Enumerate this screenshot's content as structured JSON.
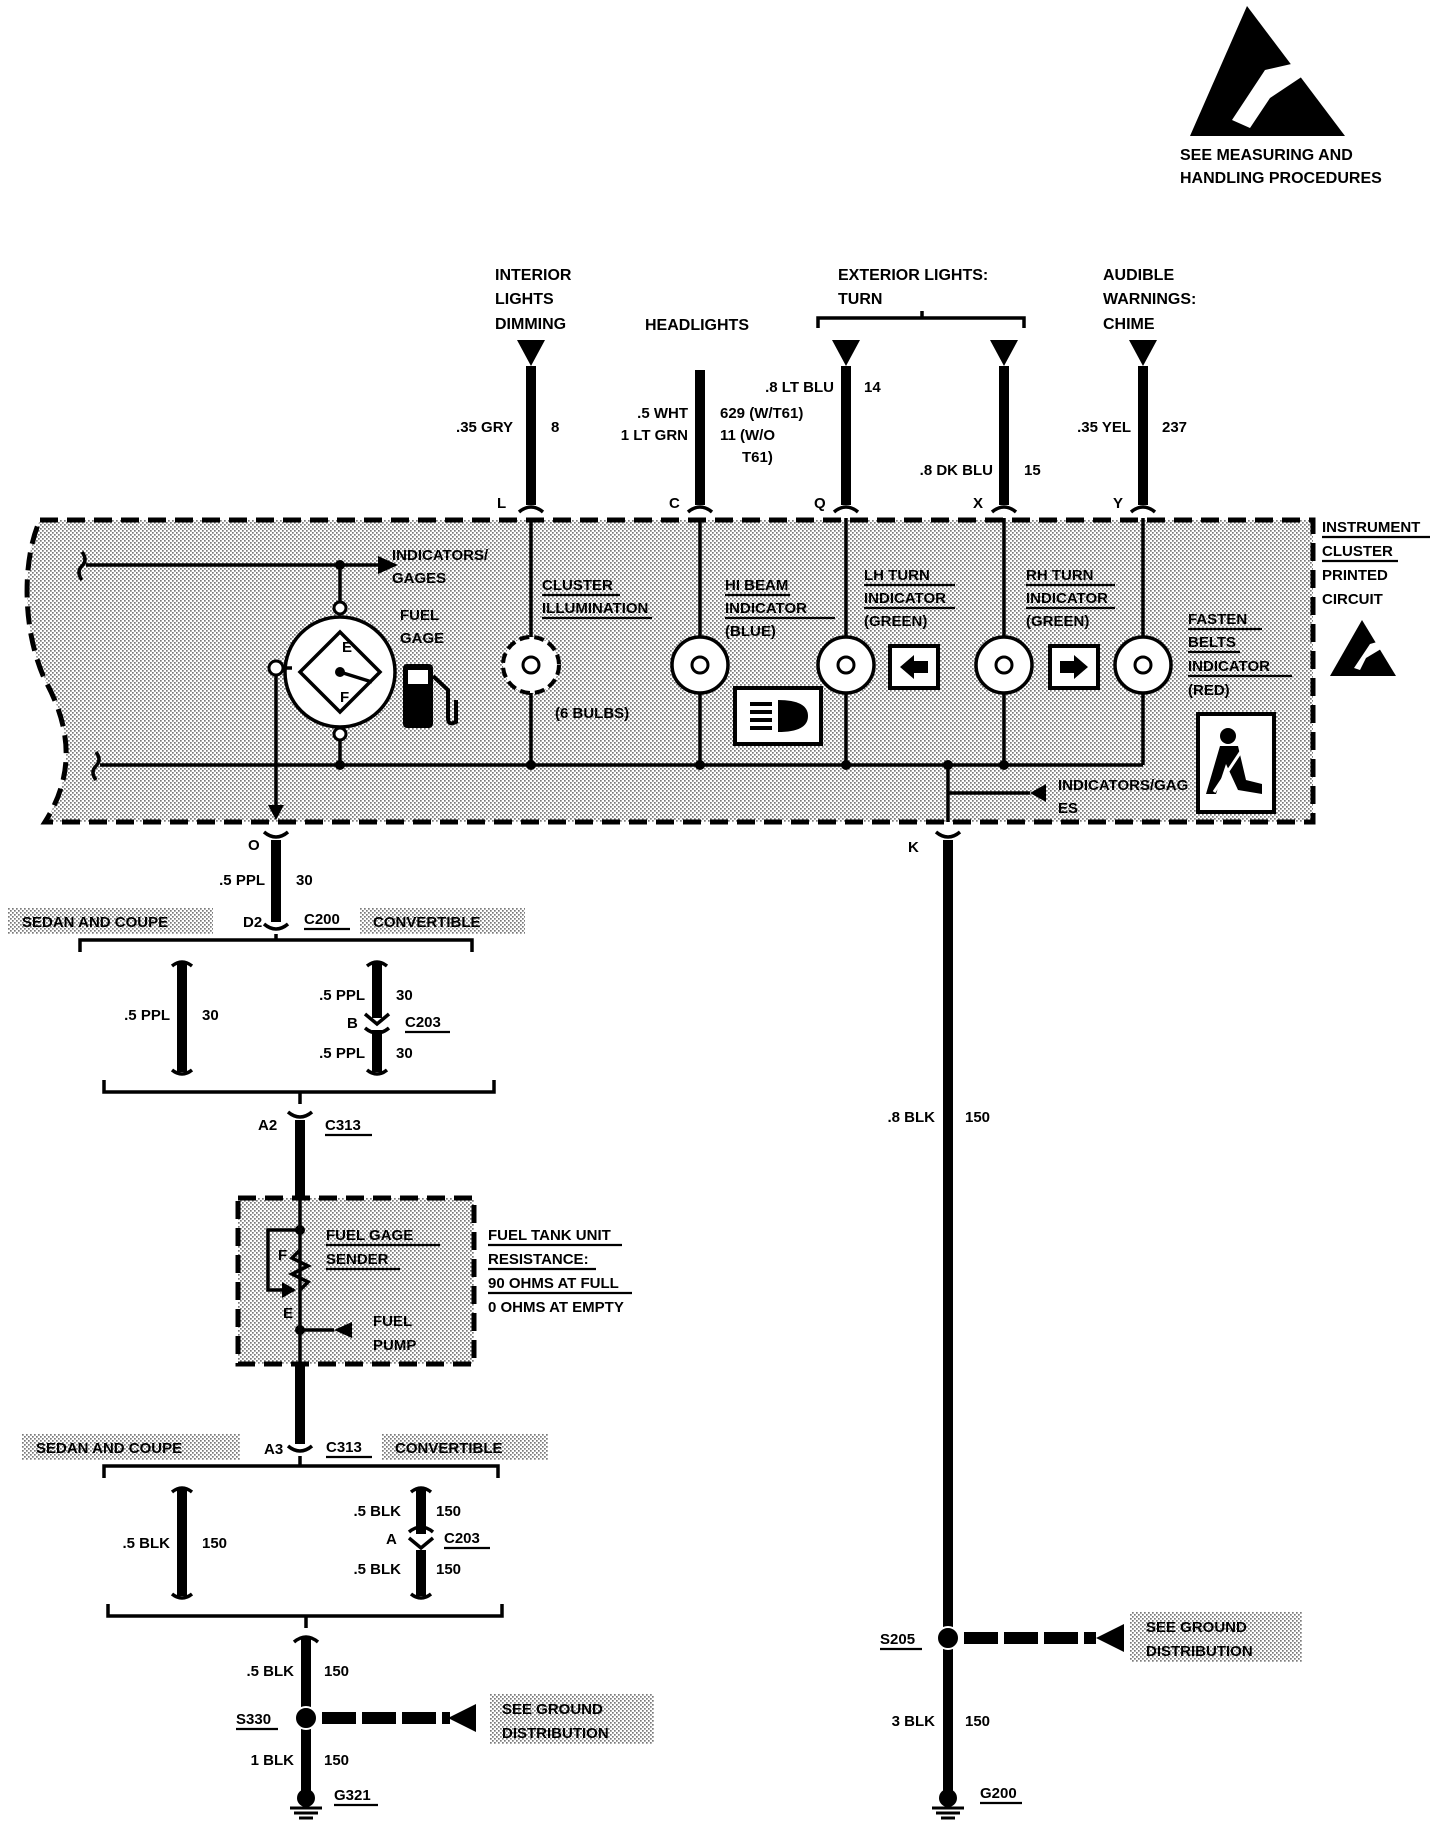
{
  "esd": {
    "line1": "SEE MEASURING AND",
    "line2": "HANDLING PROCEDURES"
  },
  "top_labels": {
    "interior": [
      "INTERIOR",
      "LIGHTS",
      "DIMMING"
    ],
    "headlights": "HEADLIGHTS",
    "exterior": [
      "EXTERIOR LIGHTS:",
      "TURN"
    ],
    "audible": [
      "AUDIBLE",
      "WARNINGS:",
      "CHIME"
    ]
  },
  "wires_top": {
    "gry": {
      "color": ".35 GRY",
      "circuit": "8",
      "pin": "L"
    },
    "headlights": {
      "color1": ".5 WHT",
      "circuit1": "629 (W/T61)",
      "color2": "1 LT GRN",
      "circuit2a": "11 (W/O",
      "circuit2b": "T61)",
      "pin": "C"
    },
    "lh": {
      "color": ".8 LT BLU",
      "circuit": "14",
      "pin": "Q"
    },
    "rh": {
      "color": ".8 DK BLU",
      "circuit": "15",
      "pin": "X"
    },
    "yel": {
      "color": ".35 YEL",
      "circuit": "237",
      "pin": "Y"
    }
  },
  "cluster": {
    "title": [
      "INSTRUMENT",
      "CLUSTER",
      "PRINTED",
      "CIRCUIT"
    ],
    "indicators_gages_top": [
      "INDICATORS/",
      "GAGES"
    ],
    "fuel_gage": [
      "FUEL",
      "GAGE"
    ],
    "gage_e": "E",
    "gage_f": "F",
    "cluster_illumination": [
      "CLUSTER",
      "ILLUMINATION"
    ],
    "bulbs": "(6 BULBS)",
    "hi_beam": [
      "HI BEAM",
      "INDICATOR",
      "(BLUE)"
    ],
    "lh_turn": [
      "LH TURN",
      "INDICATOR",
      "(GREEN)"
    ],
    "rh_turn": [
      "RH TURN",
      "INDICATOR",
      "(GREEN)"
    ],
    "fasten": [
      "FASTEN",
      "BELTS",
      "INDICATOR",
      "(RED)"
    ],
    "indicators_gages_bottom": [
      "INDICATORS/GAG",
      "ES"
    ]
  },
  "left_branch": {
    "pin_o": "O",
    "ppl_top": {
      "color": ".5 PPL",
      "circuit": "30"
    },
    "sedan1": "SEDAN AND COUPE",
    "convertible1": "CONVERTIBLE",
    "d2": "D2",
    "c200": "C200",
    "ppl_left": {
      "color": ".5 PPL",
      "circuit": "30"
    },
    "ppl_c203_top": {
      "color": ".5 PPL",
      "circuit": "30"
    },
    "b": "B",
    "c203a": "C203",
    "ppl_c203_bot": {
      "color": ".5 PPL",
      "circuit": "30"
    },
    "a2": "A2",
    "c313a": "C313",
    "sender": [
      "FUEL GAGE",
      "SENDER"
    ],
    "sender_f": "F",
    "sender_e": "E",
    "fuel_pump": [
      "FUEL",
      "PUMP"
    ],
    "tank_note": [
      "FUEL TANK UNIT",
      "RESISTANCE:",
      "90 OHMS AT FULL",
      "0 OHMS AT EMPTY"
    ],
    "sedan2": "SEDAN AND COUPE",
    "a3": "A3",
    "c313b": "C313",
    "convertible2": "CONVERTIBLE",
    "blk_left": {
      "color": ".5 BLK",
      "circuit": "150"
    },
    "blk_c203_top": {
      "color": ".5 BLK",
      "circuit": "150"
    },
    "a": "A",
    "c203b": "C203",
    "blk_c203_bot": {
      "color": ".5 BLK",
      "circuit": "150"
    },
    "blk_s330_top": {
      "color": ".5 BLK",
      "circuit": "150"
    },
    "s330": "S330",
    "ground_dist": [
      "SEE GROUND",
      "DISTRIBUTION"
    ],
    "blk_s330_bot": {
      "color": "1 BLK",
      "circuit": "150"
    },
    "g321": "G321"
  },
  "right_branch": {
    "pin_k": "K",
    "blk_main": {
      "color": ".8 BLK",
      "circuit": "150"
    },
    "s205": "S205",
    "ground_dist": [
      "SEE GROUND",
      "DISTRIBUTION"
    ],
    "blk_bot": {
      "color": "3 BLK",
      "circuit": "150"
    },
    "g200": "G200"
  }
}
